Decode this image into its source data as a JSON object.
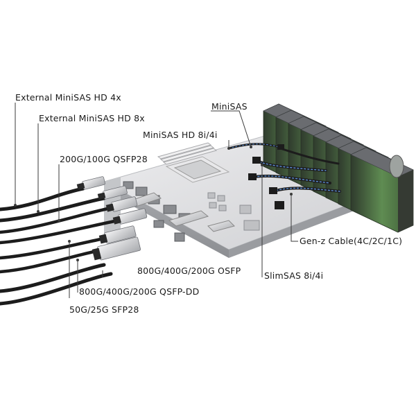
{
  "labels": {
    "minisas_hd_4x": "External MiniSAS HD 4x",
    "minisas_hd_8x": "External MiniSAS HD 8x",
    "qsfp28": "200G/100G QSFP28",
    "minisas": "MiniSAS",
    "minisas_hd_8i4i": "MiniSAS HD 8i/4i",
    "genz": "Gen-z Cable(4C/2C/1C)",
    "osfp": "800G/400G/200G OSFP",
    "qsfpdd": "800G/400G/200G QSFP-DD",
    "slimsas": "SlimSAS 8i/4i",
    "sfp28": "50G/25G SFP28"
  },
  "colors": {
    "label_text": "#1a1a1a",
    "leader_line": "#3a3a3a",
    "board": "#d9dadc",
    "board_edge": "#b9bbbf",
    "cable_black": "#1c1c1c",
    "drive_green": "#4f7a48",
    "cable_blue": "#5d8fd6"
  }
}
